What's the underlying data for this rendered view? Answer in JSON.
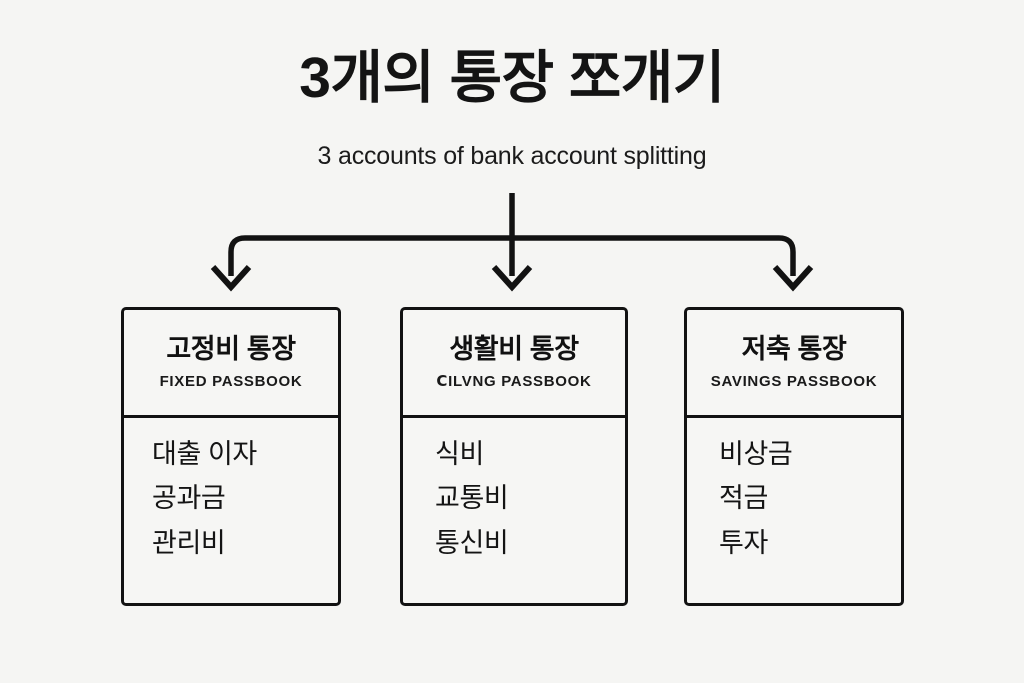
{
  "page": {
    "background_color": "#f5f5f3",
    "ink_color": "#121212"
  },
  "header": {
    "title": "3개의 통장 쪼개기",
    "subtitle": "3 accounts of bank account splitting"
  },
  "connector": {
    "type": "one-to-three-branch-arrows",
    "arrow_count": 3
  },
  "boxes": [
    {
      "title_ko": "고정비 통장",
      "title_en": "FIXED PASSBOOK",
      "items": [
        "대출 이자",
        "공과금",
        "관리비"
      ]
    },
    {
      "title_ko": "생활비 통장",
      "title_en": "ⅭILVNG PASSBOOK",
      "items": [
        "식비",
        "교통비",
        "통신비"
      ]
    },
    {
      "title_ko": "저축 통장",
      "title_en": "SAVINGS PASSBOOK",
      "items": [
        "비상금",
        "적금",
        "투자"
      ]
    }
  ]
}
